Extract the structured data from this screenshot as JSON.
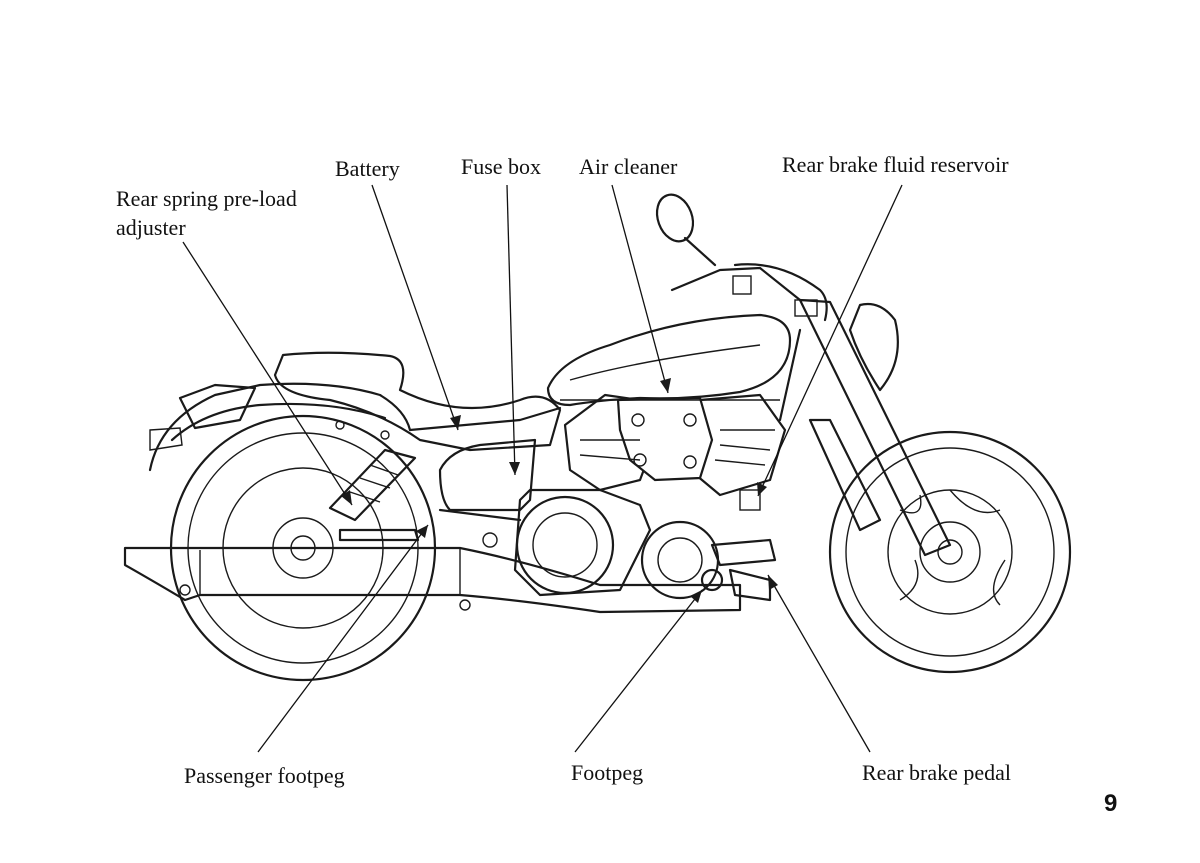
{
  "labels": {
    "battery": "Battery",
    "fuse_box": "Fuse box",
    "air_cleaner": "Air cleaner",
    "rear_brake_fluid_reservoir": "Rear brake fluid reservoir",
    "rear_spring_preload_adjuster_line1": "Rear spring pre-load",
    "rear_spring_preload_adjuster_line2": "adjuster",
    "passenger_footpeg": "Passenger footpeg",
    "footpeg": "Footpeg",
    "rear_brake_pedal": "Rear brake pedal"
  },
  "page_number": "9"
}
